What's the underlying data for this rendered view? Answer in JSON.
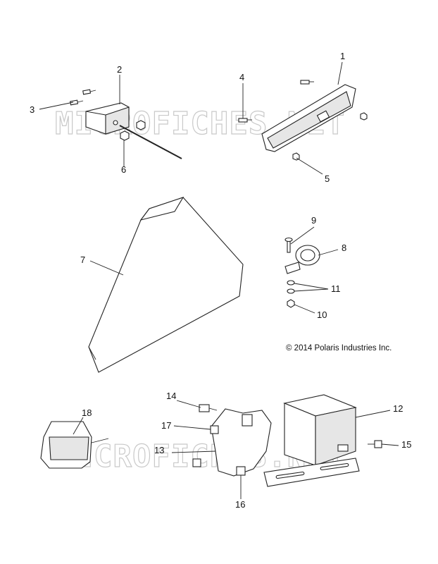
{
  "watermark": "MICROFICHES.NET",
  "copyright": "© 2014 Polaris Industries Inc.",
  "callouts": {
    "c1": "1",
    "c2": "2",
    "c3": "3",
    "c4": "4",
    "c5": "5",
    "c6": "6",
    "c7": "7",
    "c8": "8",
    "c9": "9",
    "c10": "10",
    "c11": "11",
    "c12": "12",
    "c13": "13",
    "c14": "14",
    "c15": "15",
    "c16": "16",
    "c17": "17",
    "c18": "18"
  }
}
